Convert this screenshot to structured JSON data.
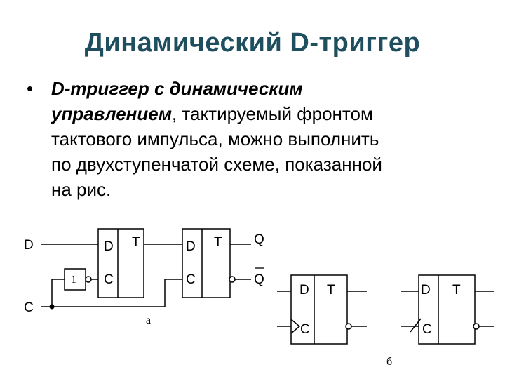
{
  "slide": {
    "title": "Динамический D-триггер",
    "bullet_symbol": "•",
    "bullet_emphasis_1": "D-триггер с динамическим",
    "bullet_emphasis_2": "управлением",
    "bullet_text_line2_rest": ", тактируемый фронтом",
    "bullet_text_line3": "тактового импульса, можно выполнить",
    "bullet_text_line4": "по двухступенчатой схеме, показанной",
    "bullet_text_line5": "на рис."
  },
  "diagram_a": {
    "input_d": "D",
    "input_c": "C",
    "inverter_label": "1",
    "ff1": {
      "d": "D",
      "c": "C",
      "t": "T"
    },
    "ff2": {
      "d": "D",
      "c": "C",
      "t": "T"
    },
    "output_q": "Q",
    "output_q_bar": "Q",
    "caption": "а"
  },
  "diagram_b": {
    "ff1": {
      "d": "D",
      "c": "C",
      "t": "T"
    },
    "ff2": {
      "d": "D",
      "c": "C",
      "t": "T"
    },
    "caption": "б"
  },
  "colors": {
    "title": "#1f4e5f",
    "text": "#000000",
    "lines": "#000000"
  }
}
